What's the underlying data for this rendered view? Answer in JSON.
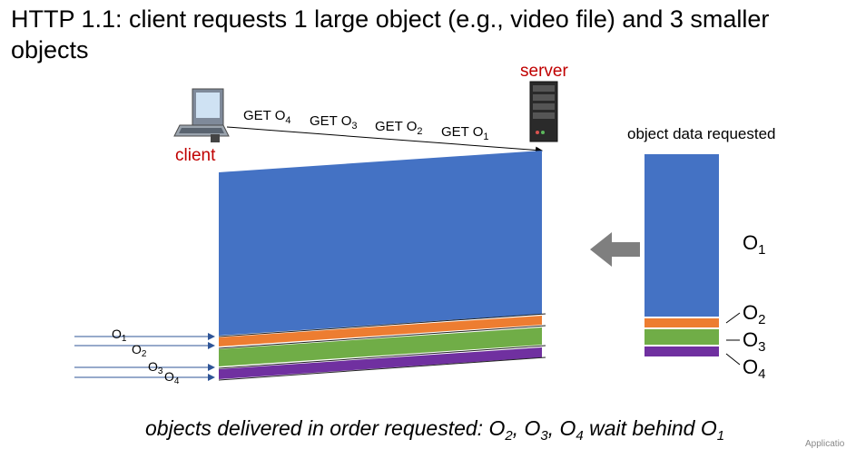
{
  "title": "HTTP 1.1: client requests 1 large object (e.g., video file) and 3 smaller objects",
  "labels": {
    "server": "server",
    "client": "client",
    "object_data_requested": "object data requested"
  },
  "requests": [
    {
      "prefix": "GET O",
      "sub": "4"
    },
    {
      "prefix": "GET O",
      "sub": "3"
    },
    {
      "prefix": "GET O",
      "sub": "2"
    },
    {
      "prefix": "GET O",
      "sub": "1"
    }
  ],
  "objects": [
    {
      "base": "O",
      "sub": "1",
      "color": "#4472c4"
    },
    {
      "base": "O",
      "sub": "2",
      "color": "#ed7d31"
    },
    {
      "base": "O",
      "sub": "3",
      "color": "#70ad47"
    },
    {
      "base": "O",
      "sub": "4",
      "color": "#7030a0"
    }
  ],
  "arrival_labels": [
    {
      "base": "O",
      "sub": "1"
    },
    {
      "base": "O",
      "sub": "2"
    },
    {
      "base": "O",
      "sub": "3"
    },
    {
      "base": "O",
      "sub": "4"
    }
  ],
  "caption": {
    "parts": [
      {
        "text": "objects delivered in order requested: O"
      },
      {
        "sub": "2"
      },
      {
        "text": ", O"
      },
      {
        "sub": "3"
      },
      {
        "text": ", O"
      },
      {
        "sub": "4"
      },
      {
        "text": " wait behind O"
      },
      {
        "sub": "1"
      }
    ]
  },
  "corner_text": "Applicatio",
  "colors": {
    "blue": "#4472c4",
    "orange": "#ed7d31",
    "green": "#70ad47",
    "purple": "#7030a0",
    "label_red": "#c00000",
    "arrow_gray": "#7f7f7f",
    "arrow_blue": "#2f5597"
  }
}
